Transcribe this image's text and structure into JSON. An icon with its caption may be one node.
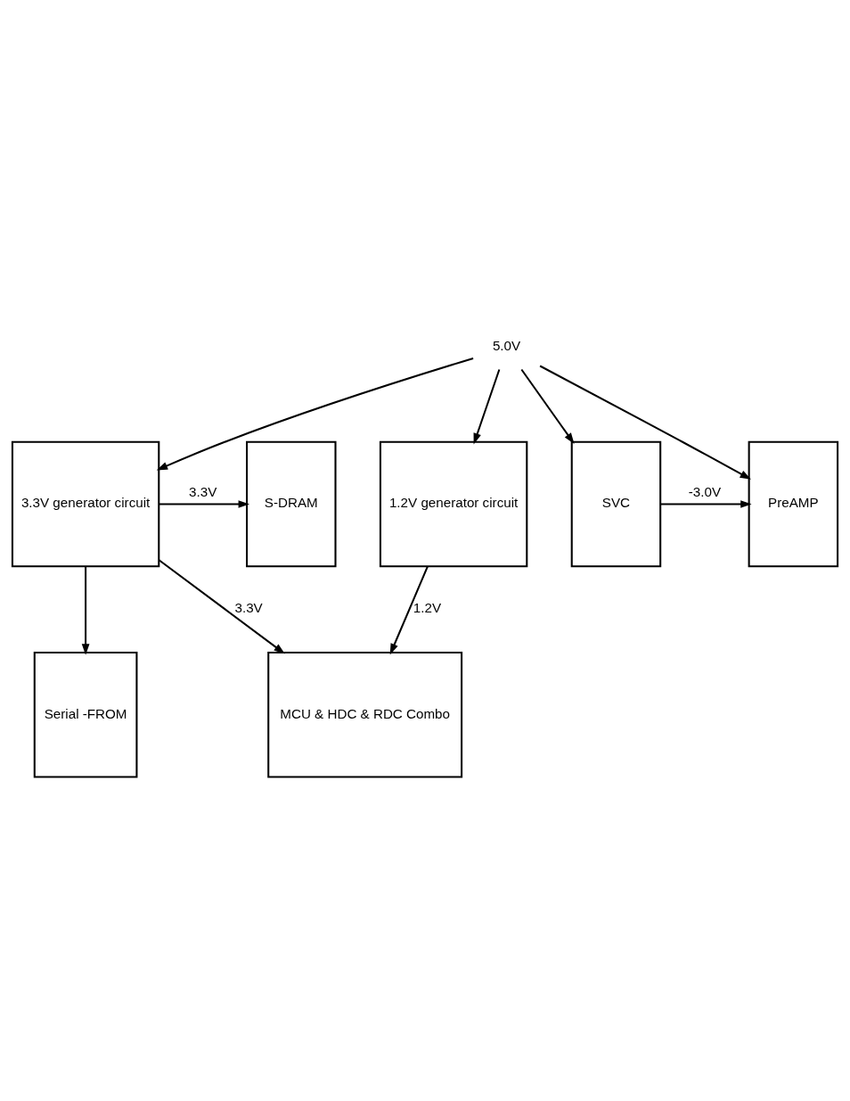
{
  "diagram": {
    "nodes": [
      {
        "text": [
          "5.0V"
        ]
      },
      {
        "text": [
          "S-DRAM"
        ]
      },
      {
        "text": [
          "3.3V generator circuit"
        ]
      },
      {
        "text": [
          "1.2V generator circuit"
        ]
      },
      {
        "text": [
          "SVC"
        ]
      },
      {
        "text": [
          "PreAMP"
        ]
      },
      {
        "text": [
          "Serial -FROM"
        ]
      },
      {
        "text": [
          "MCU & HDC & RDC Combo"
        ]
      }
    ],
    "edges": [
      {
        "from": 0,
        "to": 2,
        "arrow": "to"
      },
      {
        "from": 0,
        "to": 3,
        "arrow": "to"
      },
      {
        "from": 0,
        "to": 4,
        "arrow": "to"
      },
      {
        "from": 0,
        "to": 5,
        "arrow": "to"
      },
      {
        "from": 2,
        "to": 1,
        "arrow": "to",
        "label": "3.3V"
      },
      {
        "from": 2,
        "to": 6,
        "arrow": "to"
      },
      {
        "from": 2,
        "to": 7,
        "arrow": "to",
        "label": "3.3V"
      },
      {
        "from": 3,
        "to": 7,
        "arrow": "to",
        "label": "1.2V"
      },
      {
        "from": 4,
        "to": 5,
        "arrow": "to",
        "label": "-3.0V"
      }
    ]
  }
}
